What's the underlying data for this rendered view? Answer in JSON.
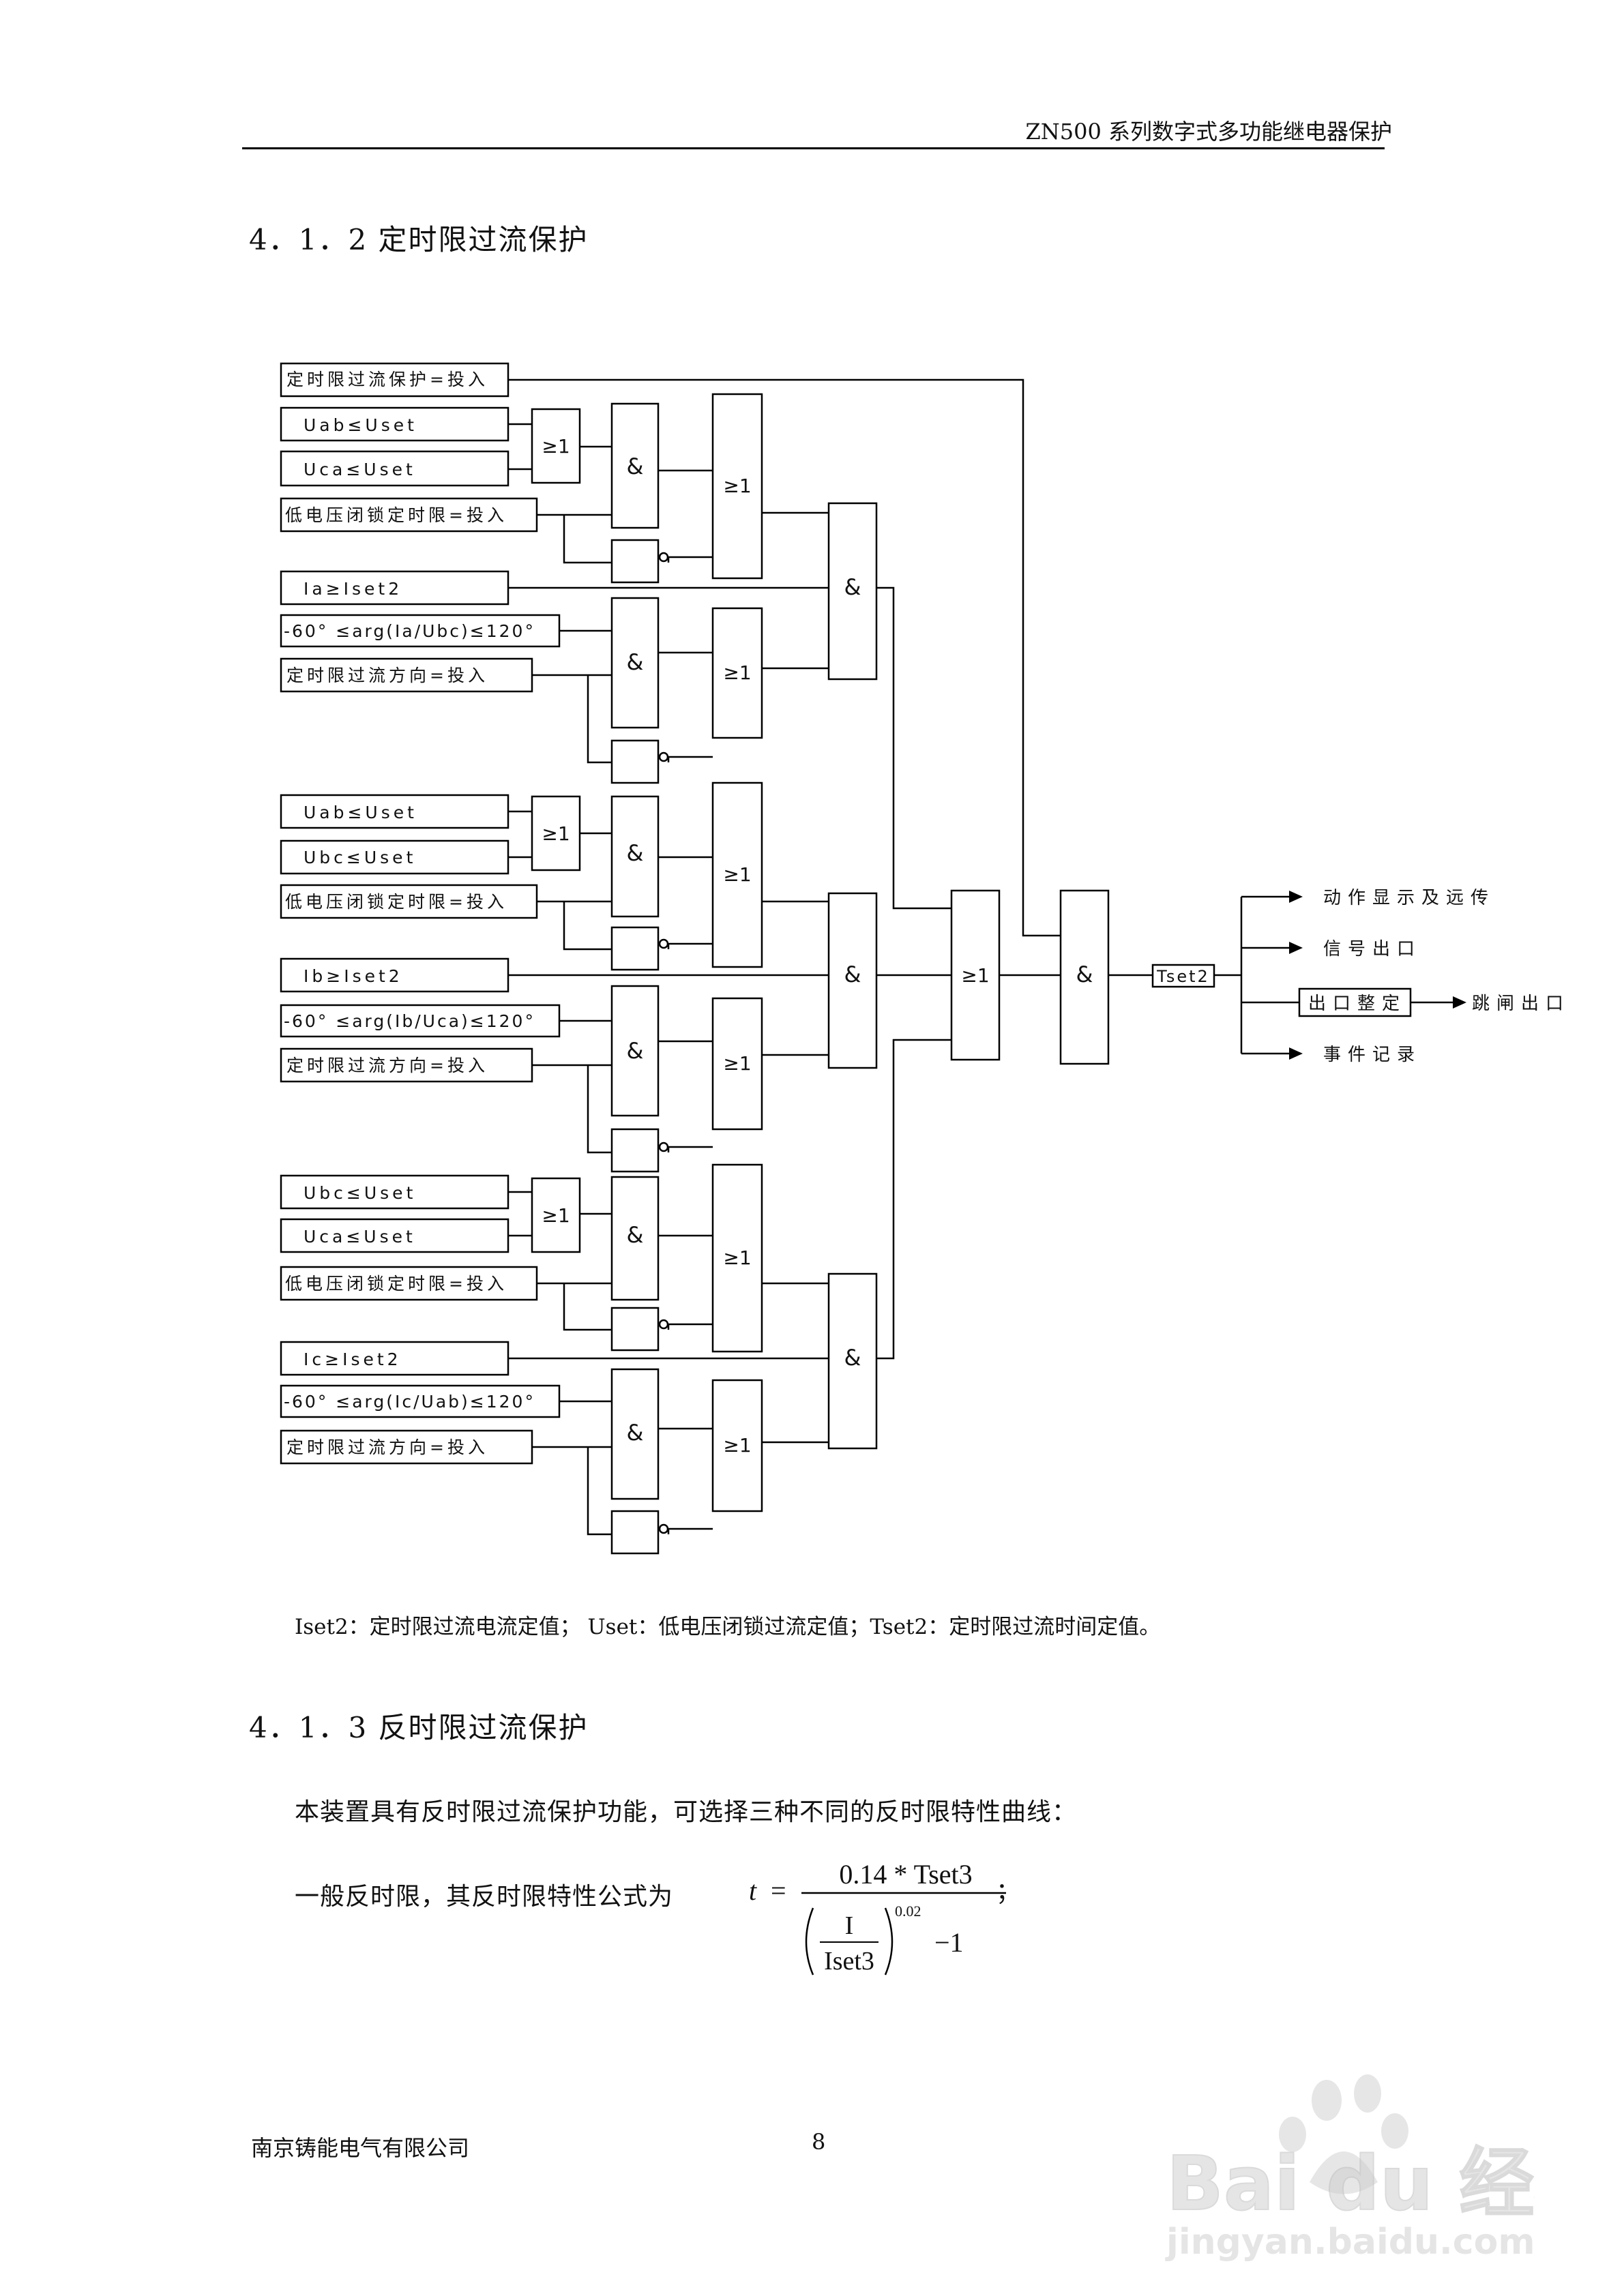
{
  "header": {
    "title": "ZN500 系列数字式多功能继电器保护"
  },
  "section_412": {
    "heading": "4．1．2 定时限过流保护"
  },
  "logic_diagram": {
    "enable": "定时限过流保护=投入",
    "group_a": {
      "volt1": "Uab≤Uset",
      "volt2": "Uca≤Uset",
      "lv_lock": "低电压闭锁定时限=投入",
      "current": "Ia≥Iset2",
      "angle": "-60° ≤arg(Ia/Ubc)≤120°",
      "direction": "定时限过流方向=投入"
    },
    "group_b": {
      "volt1": "Uab≤Uset",
      "volt2": "Ubc≤Uset",
      "lv_lock": "低电压闭锁定时限=投入",
      "current": "Ib≥Iset2",
      "angle": "-60° ≤arg(Ib/Uca)≤120°",
      "direction": "定时限过流方向=投入"
    },
    "group_c": {
      "volt1": "Ubc≤Uset",
      "volt2": "Uca≤Uset",
      "lv_lock": "低电压闭锁定时限=投入",
      "current": "Ic≥Iset2",
      "angle": "-60° ≤arg(Ic/Uab)≤120°",
      "direction": "定时限过流方向=投入"
    },
    "gate_and": "&",
    "gate_or": "≥1",
    "timer": "Tset2",
    "outputs": {
      "action_display": "动作显示及远传",
      "signal_out": "信号出口",
      "exit_setting": "出口整定",
      "trip_out": "跳闸出口",
      "event_record": "事件记录"
    }
  },
  "legend": "Iset2：定时限过流电流定值； Uset：低电压闭锁过流定值；Tset2：定时限过流时间定值。",
  "section_413": {
    "heading": "4．1．3 反时限过流保护",
    "intro": "本装置具有反时限过流保护功能，可选择三种不同的反时限特性曲线：",
    "formula_lead": "一般反时限，其反时限特性公式为",
    "formula": {
      "lhs": "t",
      "eq": "=",
      "numerator": "0.14 * Tset3",
      "frac_num": "I",
      "frac_den": "Iset3",
      "exponent": "0.02",
      "minus_one": "−1",
      "trail": "；"
    }
  },
  "footer": {
    "company": "南京铸能电气有限公司",
    "page": "8"
  },
  "watermark": {
    "brand": "Baidu经验",
    "url": "jingyan.baidu.com"
  }
}
